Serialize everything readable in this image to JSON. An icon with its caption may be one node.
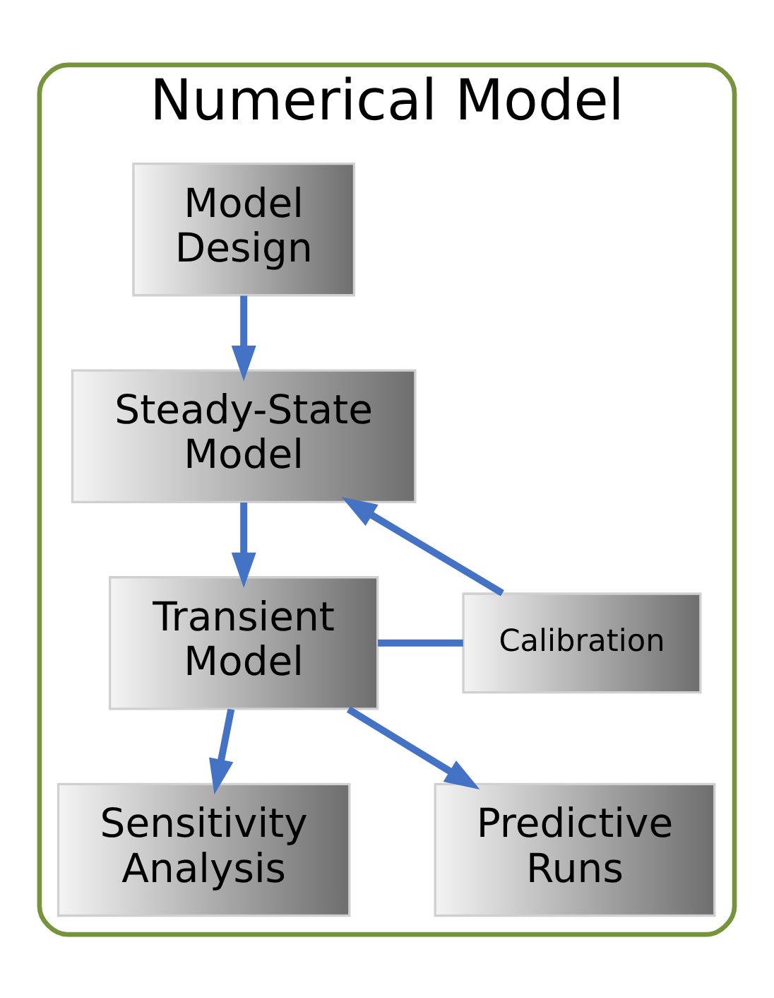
{
  "diagram": {
    "nodes": [
      {
        "text": [
          "Numerical Model"
        ]
      },
      {
        "text": [
          "Model Design"
        ],
        "in": 0
      },
      {
        "text": [
          "Steady-State Model"
        ],
        "in": 0
      },
      {
        "text": [
          "Transient Model"
        ],
        "in": 0
      },
      {
        "text": [
          "Calibration"
        ],
        "in": 0
      },
      {
        "text": [
          "Sensitivity Analysis"
        ],
        "in": 0
      },
      {
        "text": [
          "Predictive Runs"
        ],
        "in": 0
      }
    ],
    "edges": [
      {
        "from": 1,
        "to": 2,
        "arrow": "to"
      },
      {
        "from": 2,
        "to": 3,
        "arrow": "to"
      },
      {
        "from": 3,
        "to": 4,
        "arrow": "none"
      },
      {
        "from": 4,
        "to": 2,
        "arrow": "to"
      },
      {
        "from": 3,
        "to": 5,
        "arrow": "to"
      },
      {
        "from": 3,
        "to": 6,
        "arrow": "to"
      }
    ]
  }
}
